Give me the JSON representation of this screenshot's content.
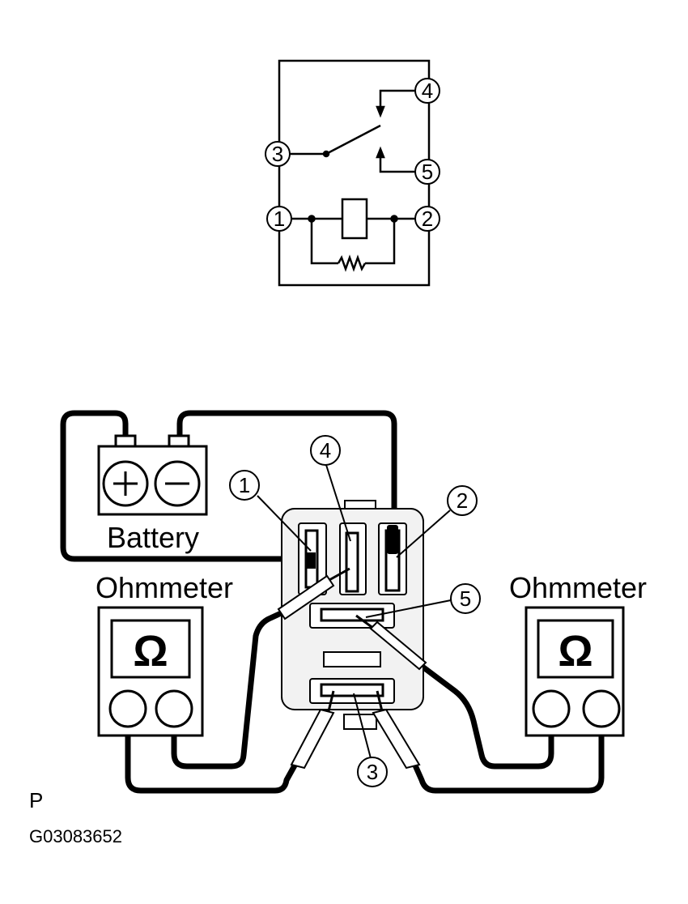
{
  "schematic": {
    "terminals": [
      "1",
      "2",
      "3",
      "4",
      "5"
    ]
  },
  "wiring": {
    "battery_label": "Battery",
    "battery_symbols": {
      "positive": "plus-icon",
      "negative": "minus-icon"
    },
    "ohmmeter_left_label": "Ohmmeter",
    "ohmmeter_right_label": "Ohmmeter",
    "ohm_symbol": "Ω",
    "callouts": [
      "1",
      "4",
      "2",
      "5",
      "3"
    ]
  },
  "footer": {
    "section_letter": "P",
    "figure_code": "G03083652"
  },
  "colors": {
    "line": "#000000",
    "background": "#ffffff",
    "relay_body": "#f2f2f2"
  }
}
